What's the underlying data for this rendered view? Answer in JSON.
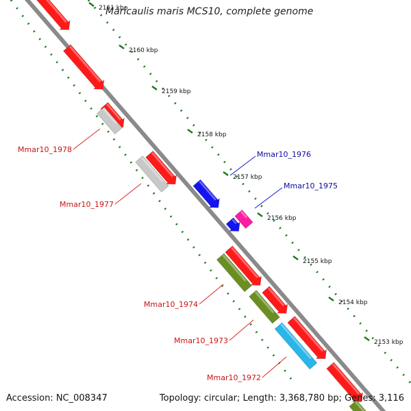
{
  "title": "Maricaulis maris MCS10, complete genome",
  "footer": {
    "accession": "Accession: NC_008347",
    "summary": "Topology: circular; Length: 3,368,780 bp; Genes: 3,116"
  },
  "colors": {
    "backbone": "#8a8a8a",
    "tick": "#1a7a1a",
    "label_red": "#cc1111",
    "label_blue": "#0a0aa0",
    "label_line_red": "#dd2222",
    "label_line_blue": "#1515cc"
  },
  "kbp_ticks": [
    {
      "label": "2161 kbp"
    },
    {
      "label": "2160 kbp"
    },
    {
      "label": "2159 kbp"
    },
    {
      "label": "2158 kbp"
    },
    {
      "label": "2157 kbp"
    },
    {
      "label": "2156 kbp"
    },
    {
      "label": "2155 kbp"
    },
    {
      "label": "2154 kbp"
    },
    {
      "label": "2153 kbp"
    }
  ],
  "gene_labels": [
    {
      "text": "Mmar10_1978",
      "color": "red"
    },
    {
      "text": "Mmar10_1977",
      "color": "red"
    },
    {
      "text": "Mmar10_1976",
      "color": "blue"
    },
    {
      "text": "Mmar10_1975",
      "color": "blue"
    },
    {
      "text": "Mmar10_1974",
      "color": "red"
    },
    {
      "text": "Mmar10_1973",
      "color": "red"
    },
    {
      "text": "Mmar10_1972",
      "color": "red"
    }
  ]
}
